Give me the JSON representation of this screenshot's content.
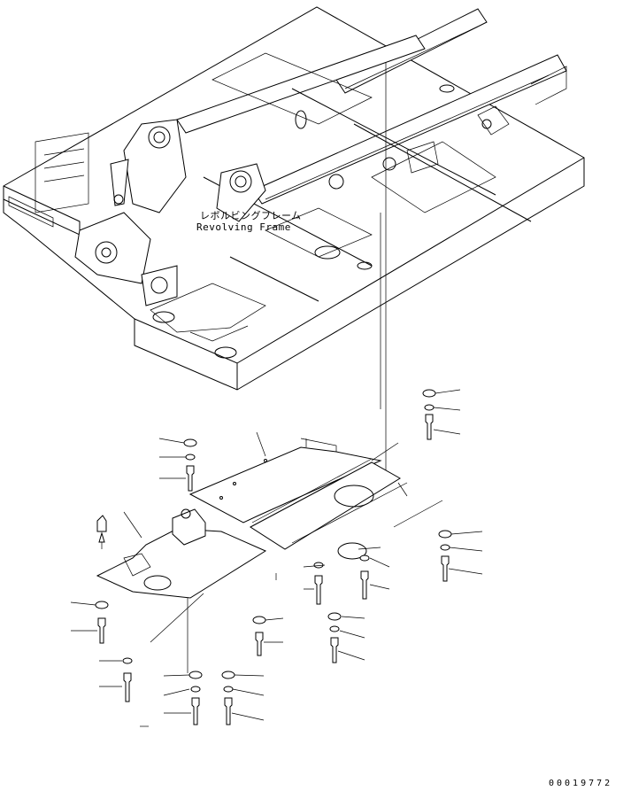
{
  "frame": {
    "name_jp": "レボルビングフレーム",
    "name_en": "Revolving Frame"
  },
  "drawing_number": "00019772"
}
